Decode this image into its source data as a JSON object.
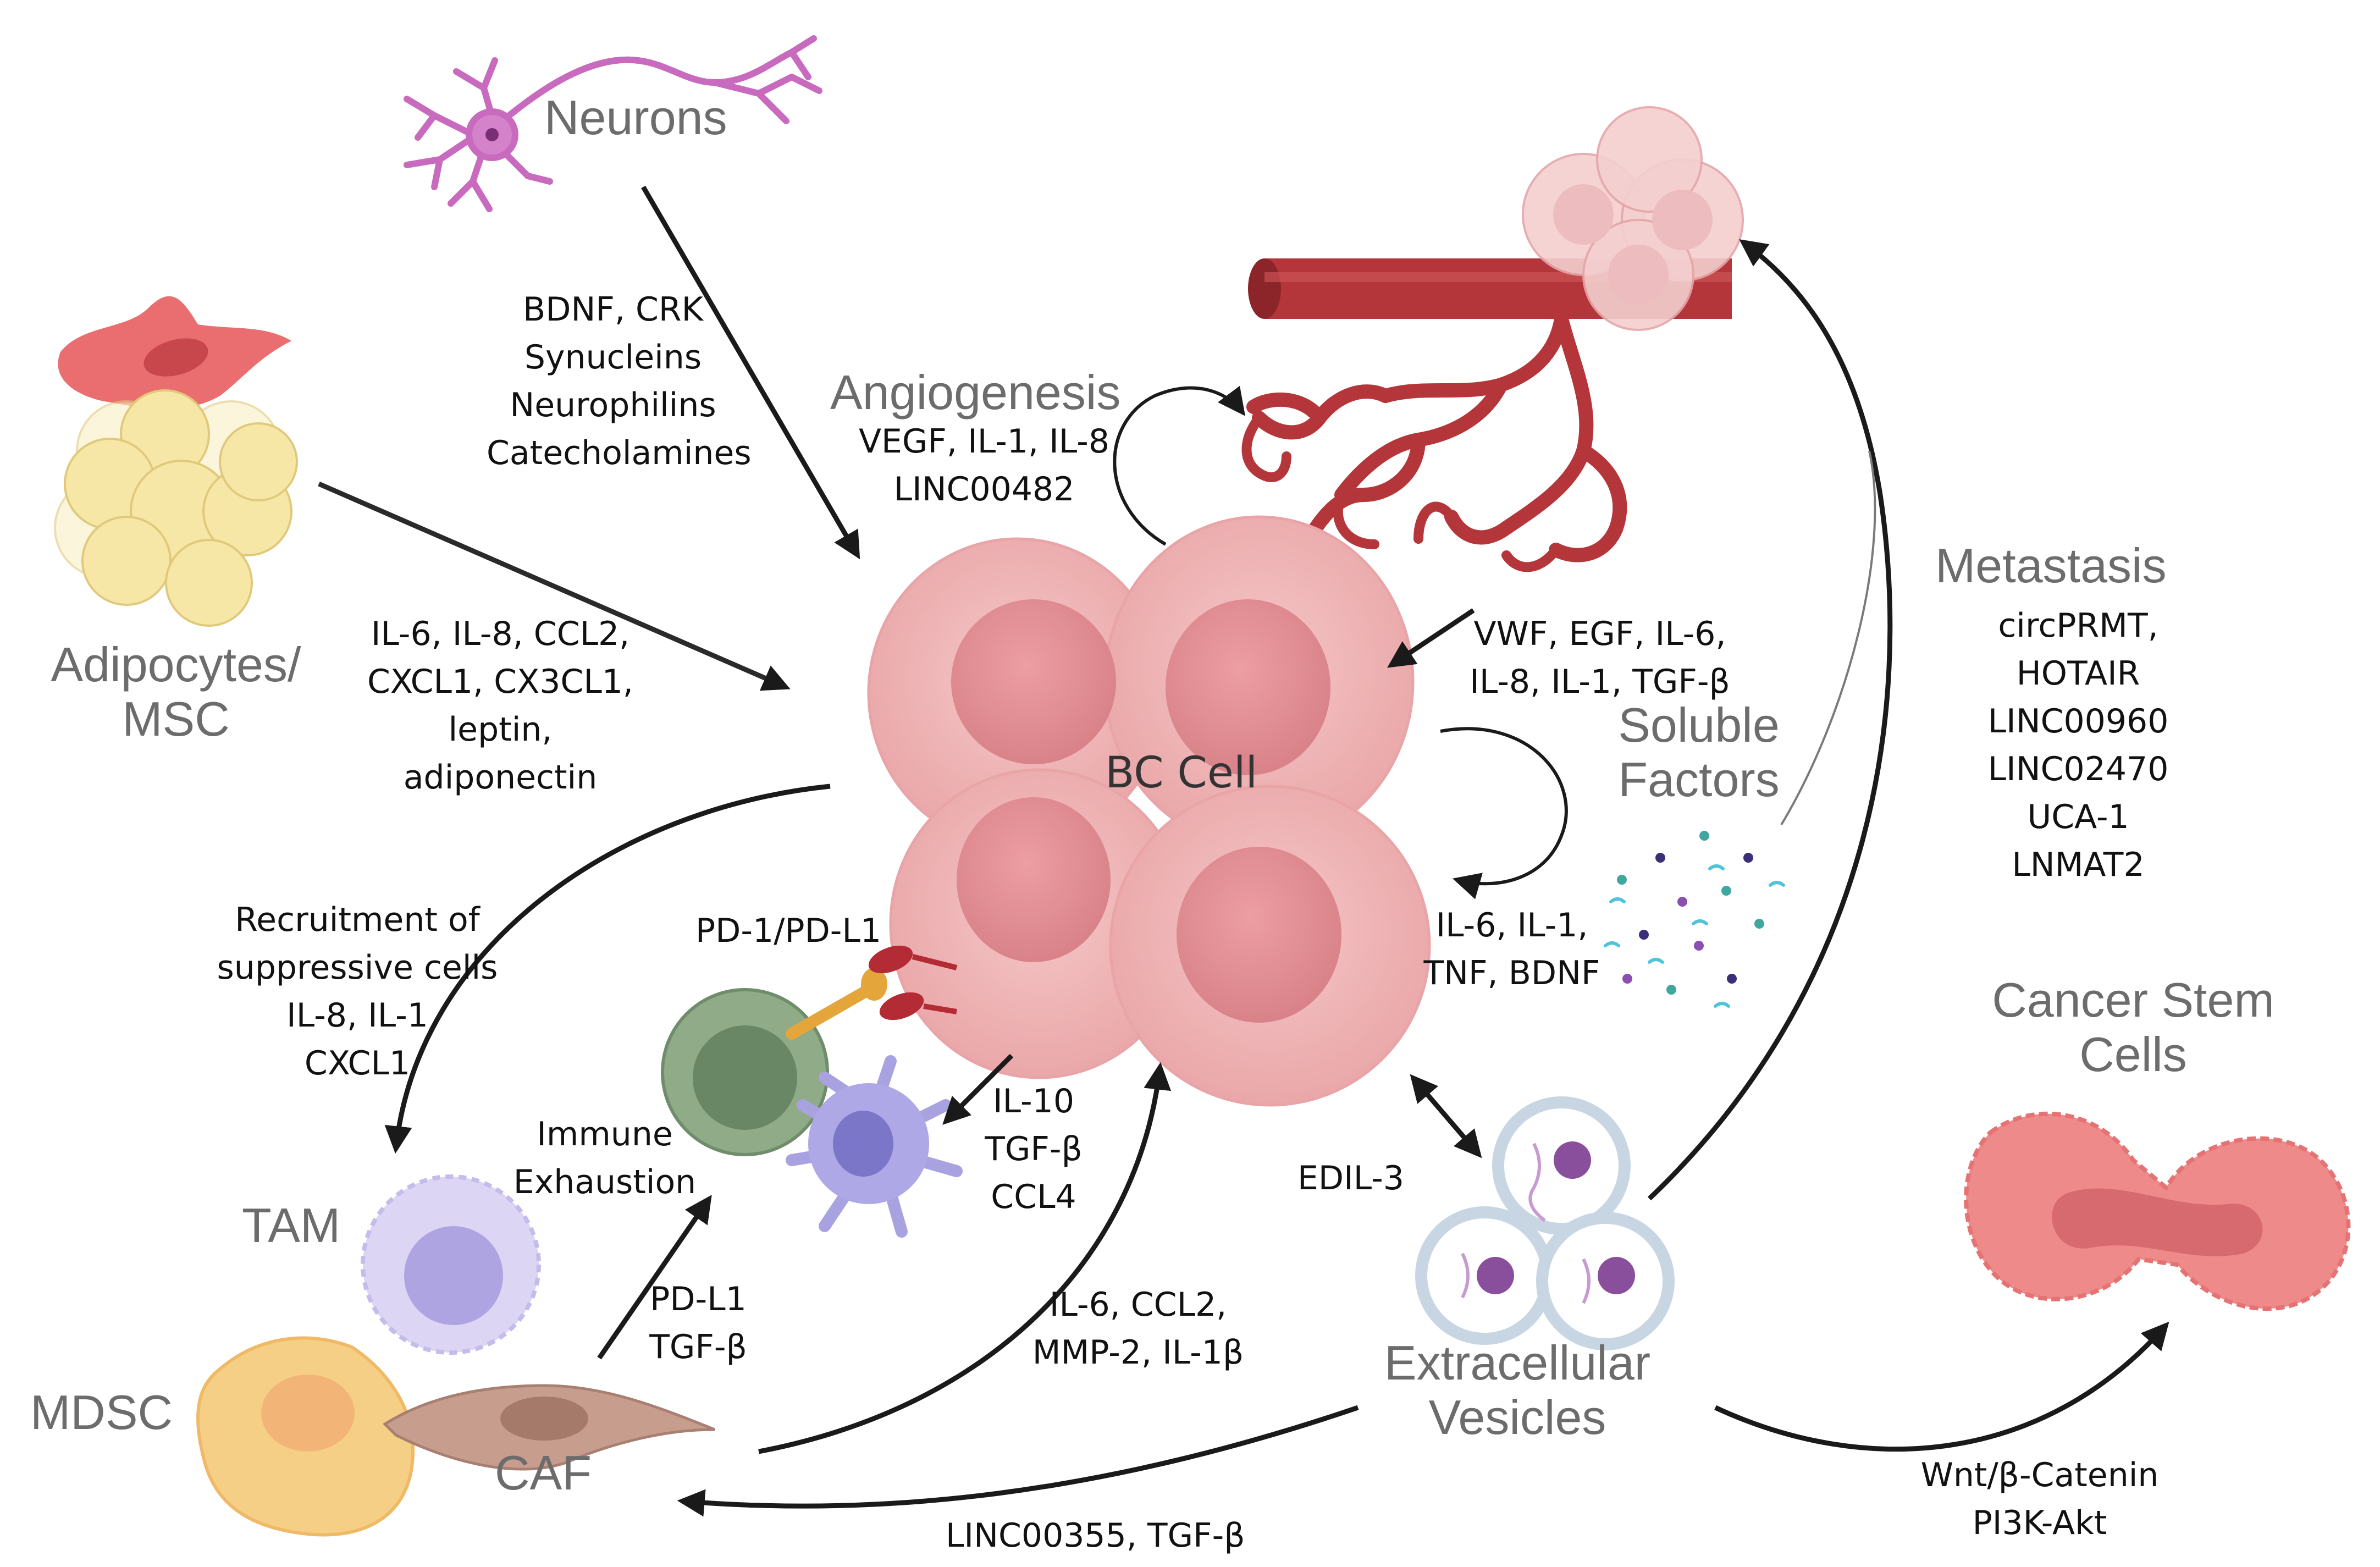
{
  "labels": {
    "neurons": "Neurons",
    "neuron_factors": [
      "BDNF, CRK",
      "Synucleins",
      "Neurophilins",
      "Catecholamines"
    ],
    "angiogenesis": "Angiogenesis",
    "angio_factors": [
      "VEGF, IL-1, IL-8",
      "LINC00482"
    ],
    "adipocytes": [
      "Adipocytes/",
      "MSC"
    ],
    "adipo_factors": [
      "IL-6, IL-8, CCL2,",
      "CXCL1, CX3CL1,",
      "leptin,",
      "adiponectin"
    ],
    "bc_cell": "BC Cell",
    "vessel_factors": [
      "VWF, EGF, IL-6,",
      "IL-8, IL-1, TGF-β"
    ],
    "soluble": [
      "Soluble",
      "Factors"
    ],
    "soluble_factors": [
      "IL-6, IL-1,",
      "TNF, BDNF"
    ],
    "metastasis": "Metastasis",
    "metastasis_factors": [
      "circPRMT,",
      "HOTAIR",
      "LINC00960",
      "LINC02470",
      "UCA-1",
      "LNMAT2"
    ],
    "recruitment": [
      "Recruitment of",
      "suppressive cells",
      "IL-8, IL-1",
      "CXCL1"
    ],
    "pd1": "PD-1/PD-L1",
    "immune_exhaustion": [
      "Immune",
      "Exhaustion"
    ],
    "dc_factors": [
      "IL-10",
      "TGF-β",
      "CCL4"
    ],
    "tam": "TAM",
    "mdsc": "MDSC",
    "caf": "CAF",
    "caf_factors": [
      "PD-L1",
      "TGF-β"
    ],
    "caf_bc_factors": [
      "IL-6, CCL2,",
      "MMP-2, IL-1β"
    ],
    "edil": "EDIL-3",
    "ev": [
      "Extracellular",
      "Vesicles"
    ],
    "cancer_stem": [
      "Cancer Stem",
      "Cells"
    ],
    "wnt": [
      "Wnt/β-Catenin",
      "PI3K-Akt"
    ],
    "linc355": "LINC00355, TGF-β"
  },
  "colors": {
    "bc_cell": "#f2b8b8",
    "bc_nucleus": "#e59a9e",
    "vessel": "#b5363a",
    "neuron": "#c86bbf",
    "adipocyte": "#f6e7a6",
    "msc": "#ea6e70",
    "tcell": "#7a9a76",
    "dc": "#a8a3e0",
    "tam": "#c9c2ee",
    "mdsc": "#f6cf86",
    "caf": "#c79d8e",
    "ev": "#c8d6e4",
    "stem": "#ee8a8a",
    "arrow": "#1a1a1a"
  }
}
